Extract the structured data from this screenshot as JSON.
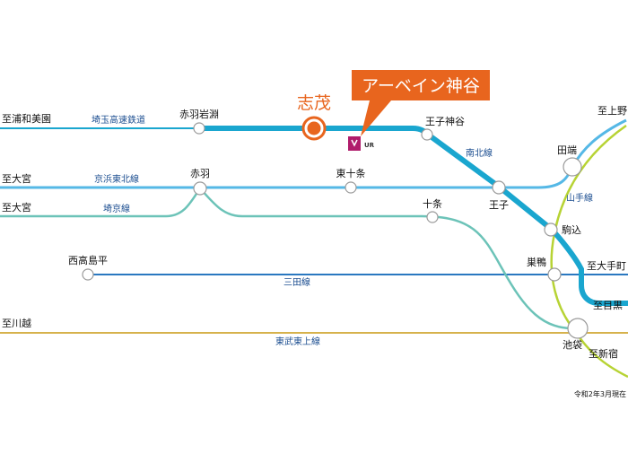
{
  "title": "アーベイン神谷",
  "date_note": "令和2年3月現在",
  "colors": {
    "saitama_kosoku": "#1aa6cf",
    "keihin_tohoku": "#55b8e6",
    "saikyo": "#6cc3b8",
    "mita": "#2a78c0",
    "tobu_tojo": "#d6b24c",
    "yamanote": "#b7d334",
    "accent": "#e8651e",
    "line_label": "#1d4f91"
  },
  "stations": {
    "shimo": "志茂",
    "akabane_iwabuchi": "赤羽岩淵",
    "oji_kamiya": "王子神谷",
    "oji": "王子",
    "komagome": "駒込",
    "tabata": "田端",
    "akabane": "赤羽",
    "higashi_jujo": "東十条",
    "jujo": "十条",
    "nishidai": "西高島平",
    "sugamo": "巣鴨",
    "ikebukuro": "池袋"
  },
  "destinations": {
    "urawa_misono": "至浦和美園",
    "omiya_1": "至大宮",
    "omiya_2": "至大宮",
    "kawagoe": "至川越",
    "ueno": "至上野",
    "otemachi": "至大手町",
    "meguro": "至目黒",
    "shinjuku": "至新宿"
  },
  "lines": {
    "saitama_kosoku": "埼玉高速鉄道",
    "keihin_tohoku": "京浜東北線",
    "saikyo": "埼京線",
    "mita": "三田線",
    "tobu_tojo": "東武東上線",
    "nanboku": "南北線",
    "yamanote": "山手線"
  },
  "logo": {
    "text": "UR"
  }
}
